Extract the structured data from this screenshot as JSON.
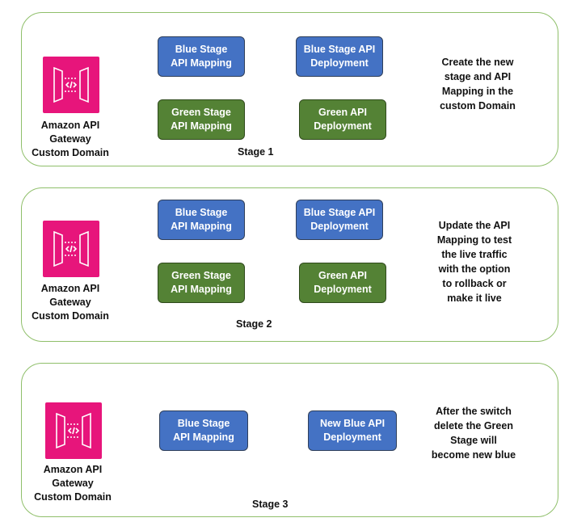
{
  "colors": {
    "panel_border": "#8fbf6a",
    "blue": "#4472c4",
    "green": "#548235",
    "icon": "#e7157b"
  },
  "gateway_label": "Amazon API\nGateway\nCustom Domain",
  "stages": [
    {
      "label": "Stage 1",
      "boxes": {
        "blue_mapping": "Blue Stage\nAPI Mapping",
        "blue_deploy": "Blue Stage API\nDeployment",
        "green_mapping": "Green  Stage\nAPI Mapping",
        "green_deploy": "Green  API\nDeployment"
      },
      "description": "Create the new\nstage and API\nMapping in the\ncustom Domain"
    },
    {
      "label": "Stage 2",
      "boxes": {
        "blue_mapping": "Blue Stage\nAPI Mapping",
        "blue_deploy": "Blue Stage API\nDeployment",
        "green_mapping": "Green  Stage\nAPI Mapping",
        "green_deploy": "Green  API\nDeployment"
      },
      "description": "Update the API\nMapping to test\nthe live traffic\nwith the option\nto rollback or\nmake it live"
    },
    {
      "label": "Stage 3",
      "boxes": {
        "blue_mapping": "Blue Stage\nAPI Mapping",
        "new_blue_deploy": "New Blue  API\nDeployment"
      },
      "description": "After the switch\ndelete the Green\nStage will\nbecome new blue"
    }
  ]
}
